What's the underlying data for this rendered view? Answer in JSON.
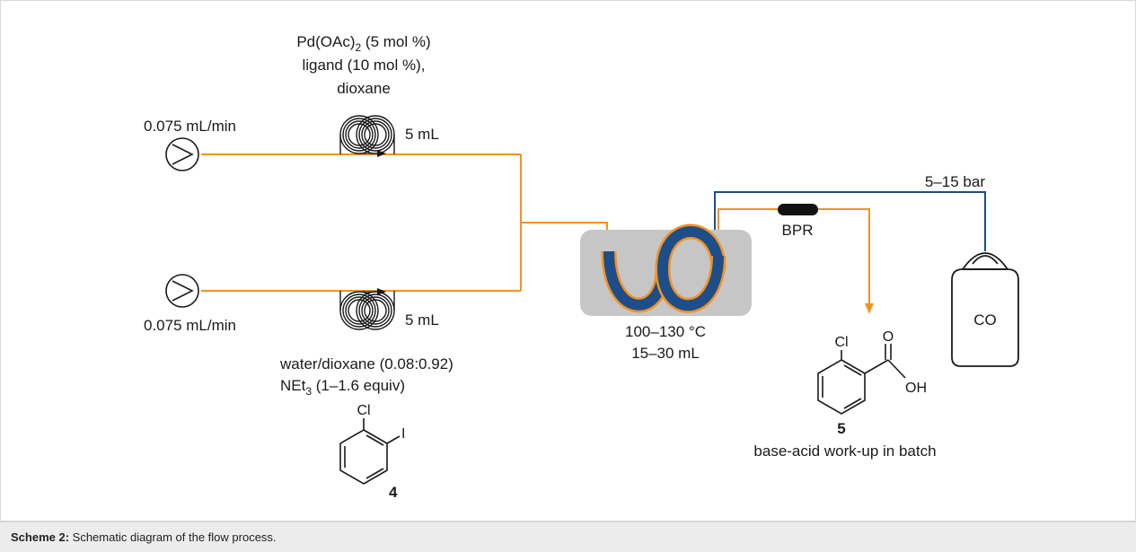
{
  "reagents_top": {
    "line1_base": "Pd(OAc)",
    "line1_sub": "2",
    "line1_rest": " (5 mol %)",
    "line2": "ligand (10 mol %),",
    "line3": "dioxane"
  },
  "pump_top": {
    "flow_rate": "0.075 mL/min"
  },
  "coil_top": {
    "volume": "5 mL"
  },
  "pump_bottom": {
    "flow_rate": "0.075 mL/min"
  },
  "coil_bottom": {
    "volume": "5 mL"
  },
  "reagents_bottom": {
    "line1": "water/dioxane (0.08:0.92)",
    "line2_base": "NEt",
    "line2_sub": "3",
    "line2_rest": " (1–1.6 equiv)"
  },
  "substrate": {
    "atom_cl": "Cl",
    "atom_i": "I",
    "number": "4"
  },
  "reactor": {
    "temperature": "100–130 °C",
    "volume": "15–30 mL"
  },
  "bpr": {
    "label": "BPR"
  },
  "gas_line": {
    "pressure": "5–15 bar"
  },
  "cylinder": {
    "label": "CO"
  },
  "product": {
    "atom_cl": "Cl",
    "atom_o": "O",
    "atom_oh": "OH",
    "number": "5",
    "note": "base-acid work-up in batch"
  },
  "caption": {
    "label": "Scheme 2:",
    "text": " Schematic diagram of the flow process."
  },
  "colors": {
    "orange": "#f39221",
    "blue": "#1d4e89",
    "reactor_fill": "#c6c6c6"
  }
}
